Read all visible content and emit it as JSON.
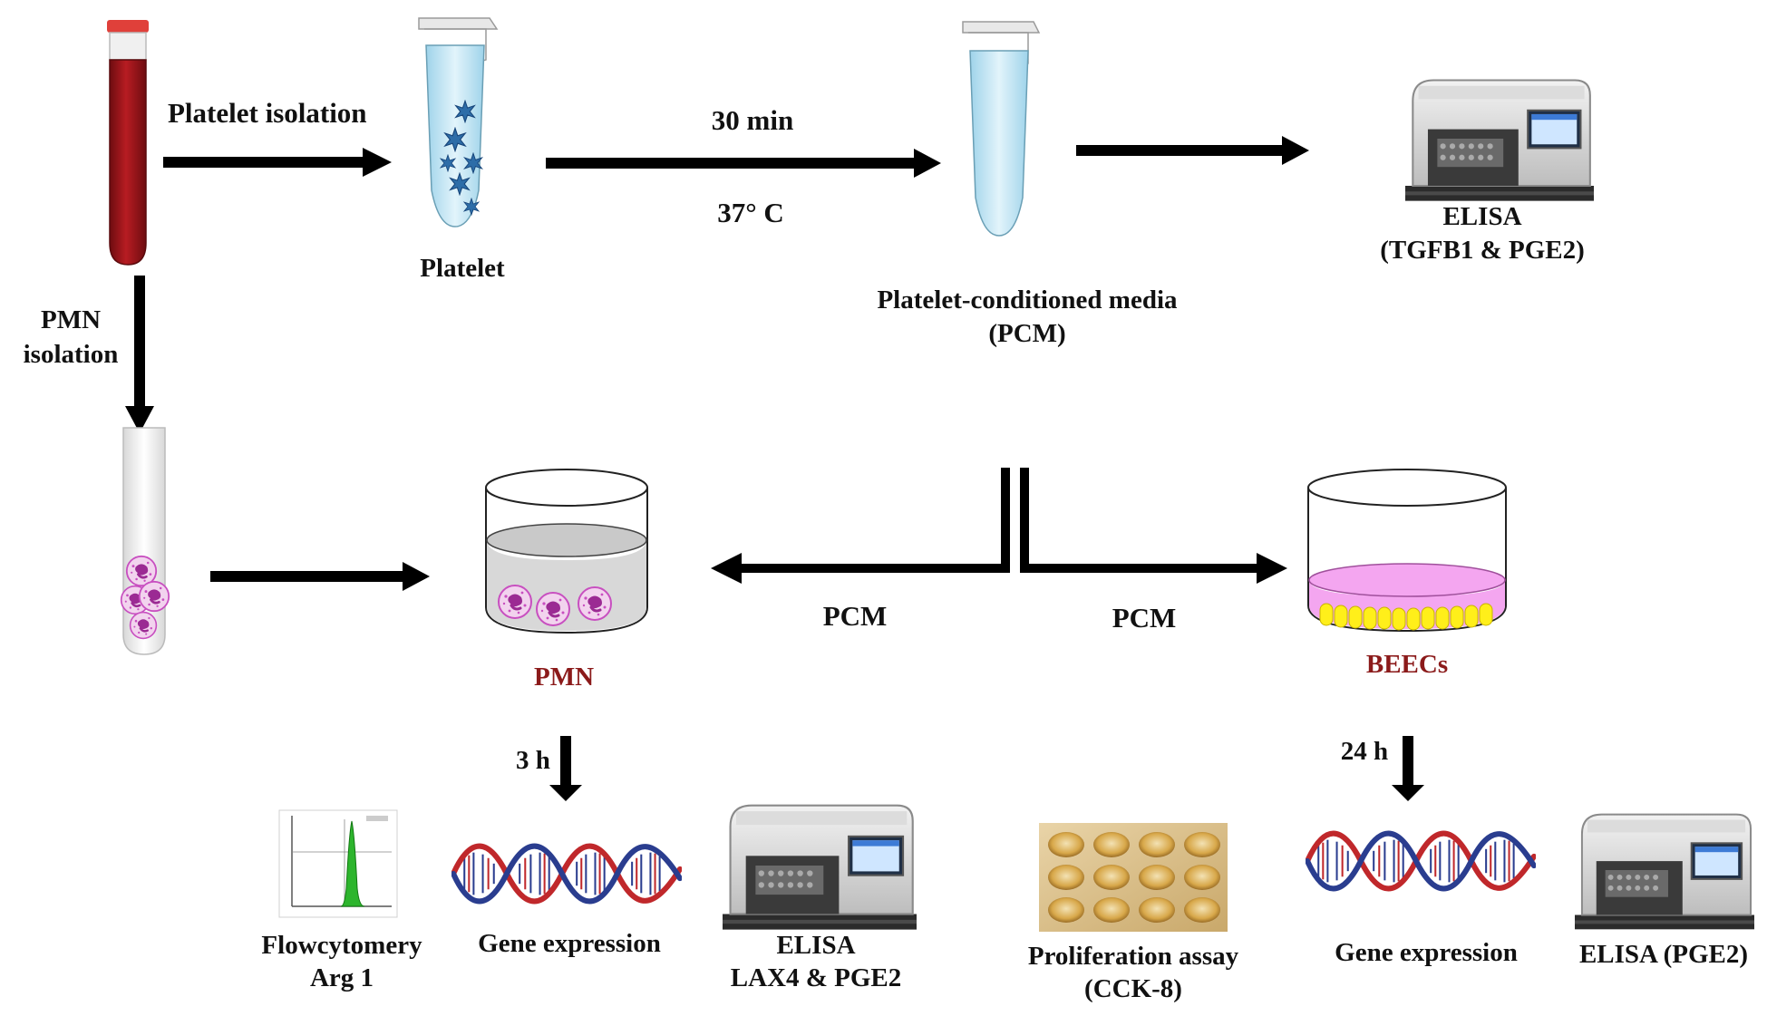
{
  "labels": {
    "platelet_isolation": "Platelet isolation",
    "platelet": "Platelet",
    "time_30min": "30 min",
    "temp_37c": "37° C",
    "pcm_line1": "Platelet-conditioned media",
    "pcm_line2": "(PCM)",
    "elisa_top_line1": "ELISA",
    "elisa_top_line2": "(TGFB1 & PGE2)",
    "pmn_iso_line1": "PMN",
    "pmn_iso_line2": "isolation",
    "pcm_left": "PCM",
    "pcm_right": "PCM",
    "pmn": "PMN",
    "beecs": "BEECs",
    "time_3h": "3 h",
    "time_24h": "24 h",
    "flow_line1": "Flowcytomery",
    "flow_line2": "Arg 1",
    "gene_expr_left": "Gene expression",
    "elisa_mid_line1": "ELISA",
    "elisa_mid_line2": "LAX4 & PGE2",
    "prolif_line1": "Proliferation assay",
    "prolif_line2": "(CCK-8)",
    "gene_expr_right": "Gene expression",
    "elisa_pge2": "ELISA (PGE2)"
  },
  "colors": {
    "blood": "#a3161b",
    "cap": "#e0403a",
    "platelet_star": "#2d6da8",
    "tube_liquid": "#bfe3f2",
    "pmn_label": "#8b1a1a",
    "beec_media": "#f4a6f0",
    "beec_cells": "#ffef1a",
    "cell_pink": "#c84fc0",
    "dna_red": "#c0282b",
    "dna_blue": "#2a3d8f"
  },
  "icons": {
    "blood_tube": "blood-collection-tube-icon",
    "platelet_tube": "microcentrifuge-tube-icon",
    "pcm_tube": "microcentrifuge-tube-icon",
    "plate_reader": "elisa-plate-reader-icon",
    "dna": "dna-helix-icon",
    "flow_plot": "flow-cytometry-histogram-icon",
    "well_plate": "well-plate-photo-icon"
  }
}
